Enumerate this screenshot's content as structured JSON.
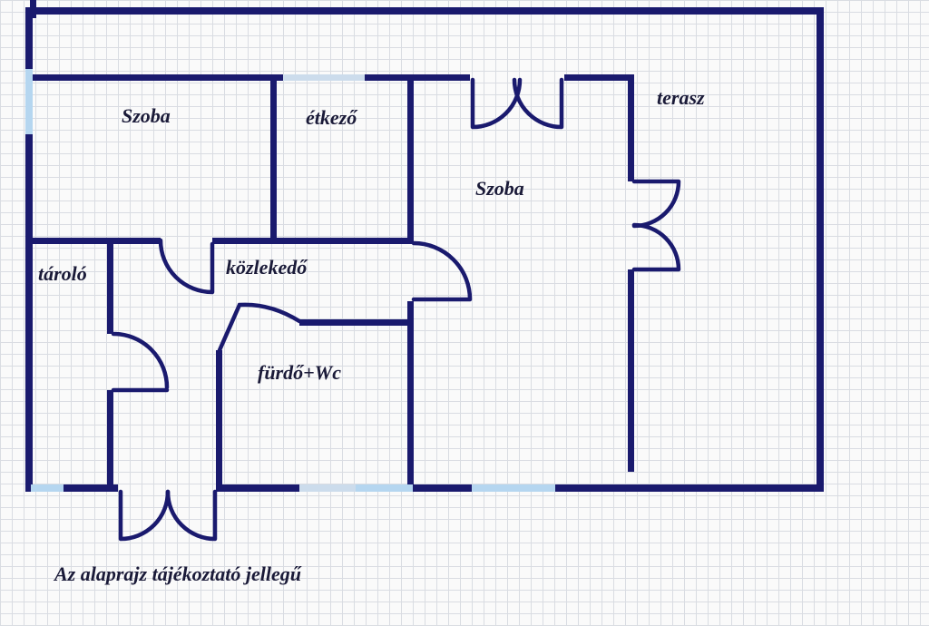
{
  "colors": {
    "wall": "#1a1a6e",
    "window": "#b5d6f0",
    "window2": "#ccdcec",
    "text": "#1a1a38",
    "grid": "#d9dce2",
    "paper": "#fafafa"
  },
  "rooms": [
    {
      "id": "szoba-1",
      "label": "Szoba"
    },
    {
      "id": "etkezo",
      "label": "étkező"
    },
    {
      "id": "szoba-2",
      "label": "Szoba"
    },
    {
      "id": "terasz",
      "label": "terasz"
    },
    {
      "id": "tarolo",
      "label": "tároló"
    },
    {
      "id": "kozlekedo",
      "label": "közlekedő"
    },
    {
      "id": "furdo-wc",
      "label": "fürdő+Wc"
    }
  ],
  "note": {
    "text": "Az alaprajz tájékoztató jellegű"
  }
}
